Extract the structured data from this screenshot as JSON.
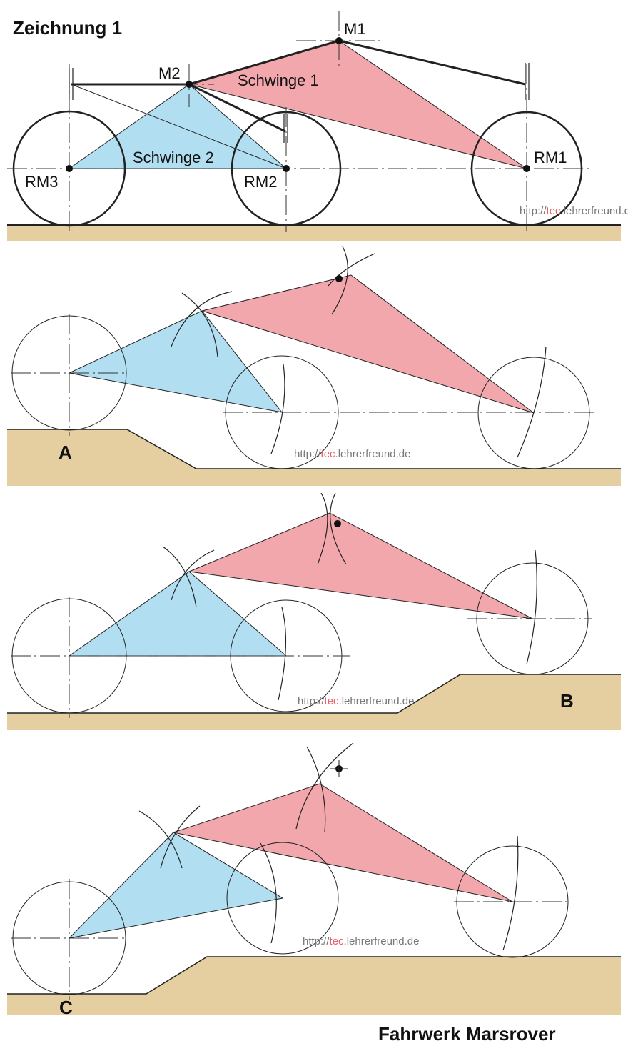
{
  "title": "Zeichnung 1",
  "footer": "Fahrwerk Marsrover",
  "watermark": {
    "prefix": "http://",
    "highlight": "tec",
    "suffix": ".lehrerfreund.de"
  },
  "labels": {
    "m1": "M1",
    "m2": "M2",
    "rm1": "RM1",
    "rm2": "RM2",
    "rm3": "RM3",
    "schwinge1": "Schwinge 1",
    "schwinge2": "Schwinge 2"
  },
  "panels": [
    {
      "label": ""
    },
    {
      "label": "A"
    },
    {
      "label": "B"
    },
    {
      "label": "C"
    }
  ],
  "colors": {
    "schwinge1": "#f2a7ad",
    "schwinge2": "#b2def2",
    "ground": "#e5cea0",
    "line": "#222222"
  }
}
